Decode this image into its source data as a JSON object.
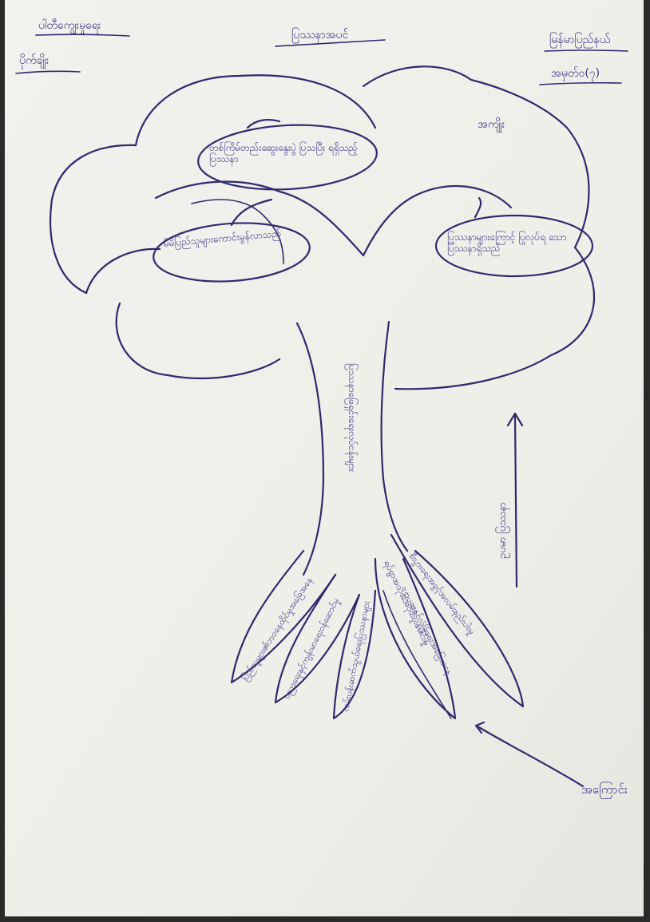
{
  "header": {
    "left_line1": "ပါတီကျွေးမှုရေး",
    "left_line2": "ပိုက်ချိုး",
    "center": "ပြဿနာအပင်",
    "right_line1": "မြန်မာပြည်နယ်",
    "right_line2": "အမှတ်ဝ(၇)"
  },
  "crown": {
    "label": "အကျိုး",
    "bubble_top": "တစ်ကြိမ်တည်းဆွေးနွေးပွဲ ပြသပြီး ရရှိသည့်ပြဿနာ",
    "bubble_left": "မိမိပြည်သူများကောင်းမွန်လာသည်",
    "bubble_right": "ပြဿနာများကြောင့် ပြုလုပ်ရ သော ပြဿနာရှိသည်"
  },
  "trunk": {
    "text": "ပြဿနာဖြေရှင်းရေးလုပ်ငန်းများ"
  },
  "roots": [
    "ပြည်သူများ၏ဘဝနေထိုင်မှုအခြေအနေ",
    "ပညာရေးနှင့်ကျန်းမာရေးဝန်ဆောင်မှု",
    "လမ်းပန်းဆက်သွယ်ရေးပြဿနာများ",
    "ရပ်ရွာအသိုင်းအဝိုင်းပူးပေါင်းမှု",
    "ဥပဒေနှင့်လုံခြုံရေးအခြေအနေ",
    "စီးပွားရေးအခွင့်အလမ်းနည်းပါးမှု"
  ],
  "arrow_up_label": "ဥပမာ ပြဿနာ",
  "arrow_root_label": "အကြောင်း",
  "colors": {
    "ink": "#2e2a6e",
    "paper": "#f2f2ef",
    "text": "#3a3486"
  }
}
